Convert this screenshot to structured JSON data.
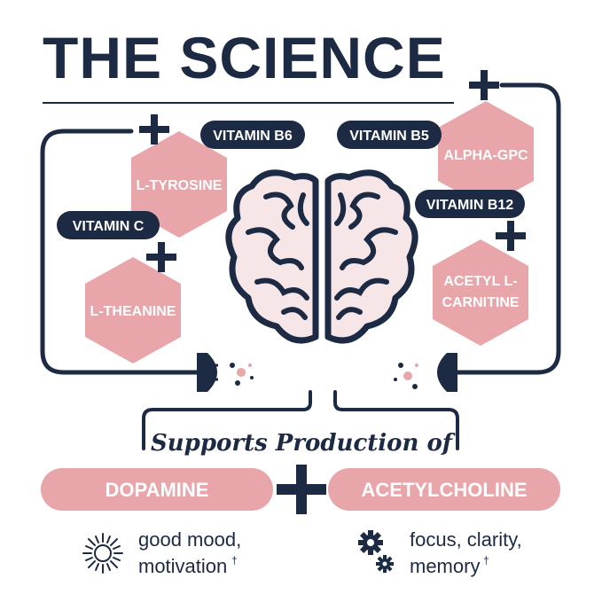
{
  "title": "THE SCIENCE",
  "colors": {
    "navy": "#1c2a44",
    "pink": "#e8a5aa",
    "pink_light": "#f7e6e7"
  },
  "ingredients": {
    "vitamin_b6": "VITAMIN B6",
    "vitamin_b5": "VITAMIN B5",
    "vitamin_c": "VITAMIN C",
    "vitamin_b12": "VITAMIN B12",
    "l_tyrosine": "L-TYROSINE",
    "l_theanine": "L-THEANINE",
    "alpha_gpc": "ALPHA-GPC",
    "acetyl_l_carnitine_line1": "ACETYL L-",
    "acetyl_l_carnitine_line2": "CARNITINE"
  },
  "supports_text": "Supports Production of",
  "outputs": {
    "dopamine": "DOPAMINE",
    "acetylcholine": "ACETYLCHOLINE"
  },
  "benefits": {
    "left_line1": "good mood,",
    "left_line2": "motivation",
    "right_line1": "focus, clarity,",
    "right_line2": "memory",
    "dagger": "†"
  },
  "icons": {
    "plus": "plus-icon",
    "brain": "brain-icon",
    "sun": "sun-icon",
    "gears": "gears-icon",
    "plug": "plug-icon"
  }
}
